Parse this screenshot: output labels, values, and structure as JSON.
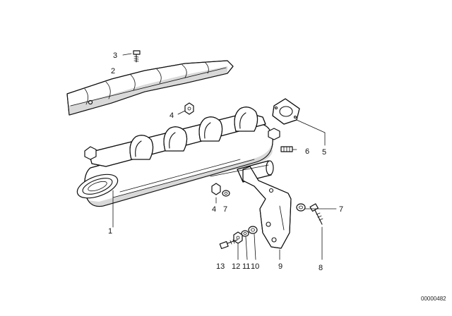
{
  "callouts": {
    "c1": "1",
    "c2": "2",
    "c3": "3",
    "c4a": "4",
    "c4b": "4",
    "c5": "5",
    "c6": "6",
    "c7a": "7",
    "c7b": "7",
    "c8": "8",
    "c9": "9",
    "c10": "10",
    "c11": "11",
    "c12": "12",
    "c13": "13"
  },
  "doc_id": "00000482",
  "colors": {
    "ink": "#111111",
    "background": "#ffffff"
  }
}
